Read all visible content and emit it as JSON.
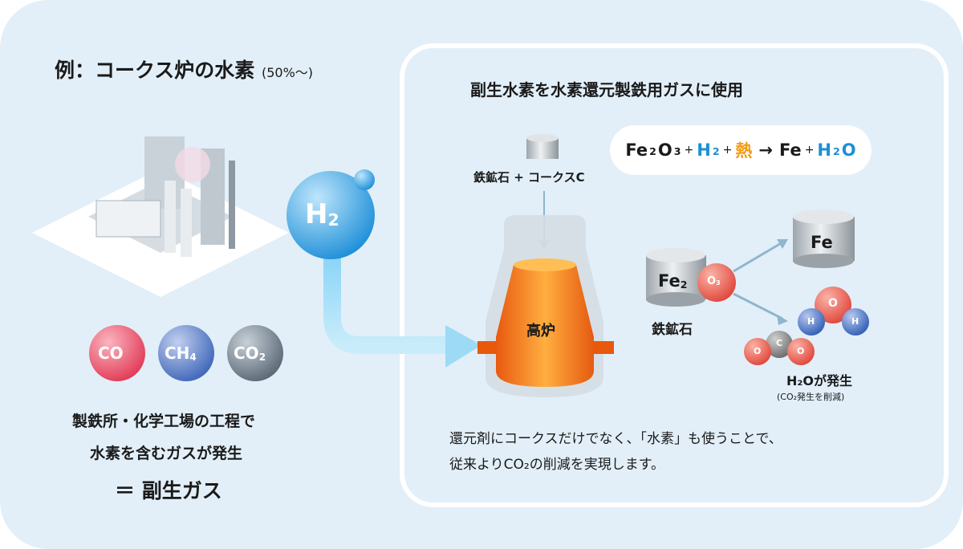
{
  "left": {
    "title": "例：コークス炉の水素",
    "title_note": "(50%〜)",
    "h2_bubble": {
      "main": "H",
      "sub": "2"
    },
    "gases": [
      {
        "main": "CO",
        "sub": "",
        "color": "#e8475d"
      },
      {
        "main": "CH",
        "sub": "4",
        "color": "#4a73c0"
      },
      {
        "main": "CO",
        "sub": "2",
        "color": "#6f7f8c"
      }
    ],
    "desc_line1": "製鉄所・化学工場の工程で",
    "desc_line2": "水素を含むガスが発生",
    "result": "＝ 副生ガス"
  },
  "right": {
    "title": "副生水素を水素還元製鉄用ガスに使用",
    "equation": {
      "p1": "Fe",
      "p2": "2",
      "p3": "O",
      "p4": "3",
      "plus": "+",
      "h": "H",
      "h_sub": "2",
      "heat": "熱",
      "arrow": "→",
      "fe": "Fe",
      "w": "H",
      "w_sub": "2",
      "w_o": "O"
    },
    "input_label": "鉄鉱石 + コークスC",
    "furnace_label": "高炉",
    "ore": {
      "fe": "Fe",
      "fe_sub": "2",
      "o": "O",
      "o_sub": "3",
      "label": "鉄鉱石"
    },
    "product_fe": "Fe",
    "atoms": {
      "o": "O",
      "h": "H",
      "c": "C"
    },
    "result_label": "H₂Oが発生",
    "result_note": "(CO₂発生を削減)",
    "footer_line1": "還元剤にコークスだけでなく、「水素」も使うことで、",
    "footer_line2": "従来よりCO₂の削減を実現します。"
  }
}
